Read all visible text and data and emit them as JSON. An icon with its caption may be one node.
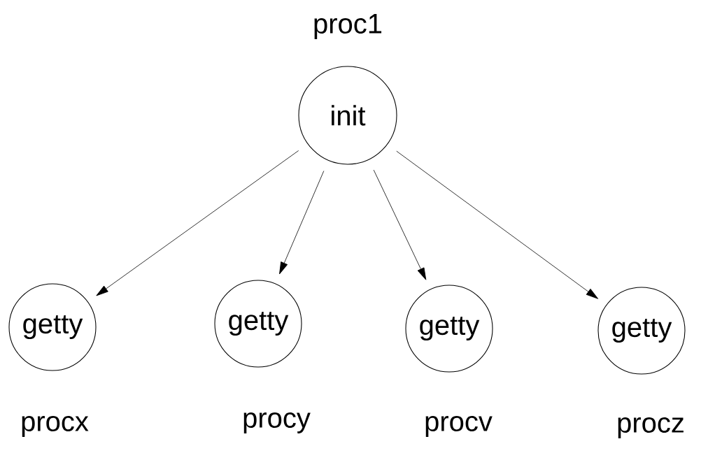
{
  "diagram": {
    "nodes": [
      {
        "text": [
          "init"
        ],
        "beside": [
          "proc1"
        ]
      },
      {
        "text": [
          "getty"
        ],
        "beside": [
          "procx"
        ]
      },
      {
        "text": [
          "getty"
        ],
        "beside": [
          "procy"
        ]
      },
      {
        "text": [
          "getty"
        ],
        "beside": [
          "procv"
        ]
      },
      {
        "text": [
          "getty"
        ],
        "beside": [
          "procz"
        ]
      }
    ],
    "edges": [
      {
        "from": 0,
        "to": 1,
        "arrow": "to"
      },
      {
        "from": 0,
        "to": 2,
        "arrow": "to"
      },
      {
        "from": 0,
        "to": 3,
        "arrow": "to"
      },
      {
        "from": 0,
        "to": 4,
        "arrow": "to"
      }
    ]
  }
}
